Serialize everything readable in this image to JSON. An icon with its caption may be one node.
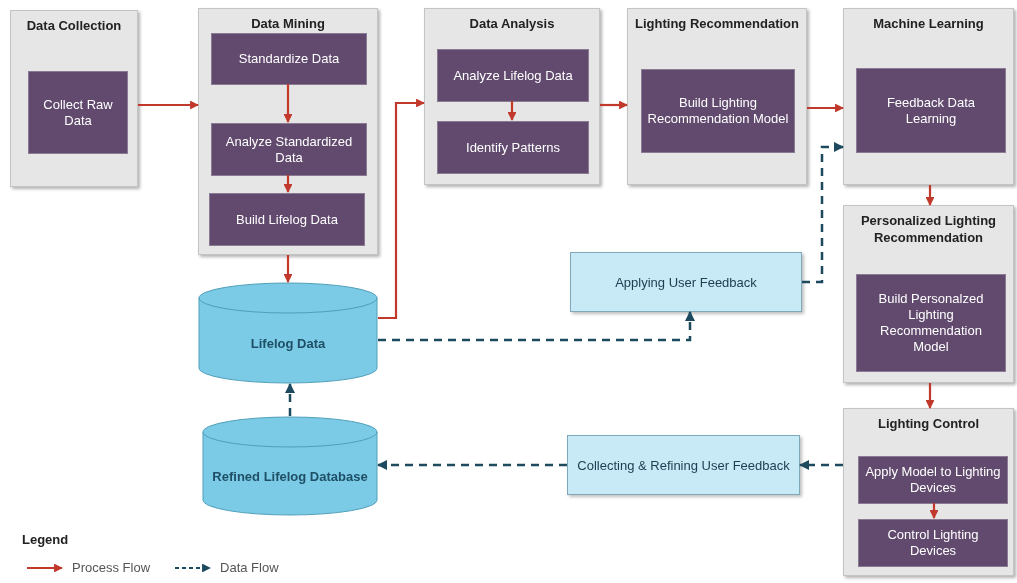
{
  "diagram": {
    "nodes": [
      {
        "text": [
          "Data Collection"
        ]
      },
      {
        "text": [
          "Collect Raw Data"
        ],
        "in": 0
      },
      {
        "text": [
          "Data Mining"
        ]
      },
      {
        "text": [
          "Standardize Data"
        ],
        "in": 2
      },
      {
        "text": [
          "Analyze Standardized Data"
        ],
        "in": 2
      },
      {
        "text": [
          "Build Lifelog Data"
        ],
        "in": 2
      },
      {
        "text": [
          "Data Analysis"
        ]
      },
      {
        "text": [
          "Analyze Lifelog Data"
        ],
        "in": 6
      },
      {
        "text": [
          "Identify Patterns"
        ],
        "in": 6
      },
      {
        "text": [
          "Lighting Recommendation"
        ]
      },
      {
        "text": [
          "Build Lighting Recommendation Model"
        ],
        "in": 9
      },
      {
        "text": [
          "Machine Learning"
        ]
      },
      {
        "text": [
          "Feedback Data Learning"
        ],
        "in": 11
      },
      {
        "text": [
          "Personalized Lighting Recommendation"
        ]
      },
      {
        "text": [
          "Build Personalzed Lighting Recommendation Model"
        ],
        "in": 13
      },
      {
        "text": [
          "Lighting Control"
        ]
      },
      {
        "text": [
          "Apply Model to Lighting Devices"
        ],
        "in": 15
      },
      {
        "text": [
          "Control Lighting Devices"
        ],
        "in": 15
      },
      {
        "text": [
          "Lifelog Data"
        ]
      },
      {
        "text": [
          "Refined Lifelog Database"
        ]
      },
      {
        "text": [
          "Applying User Feedback"
        ]
      },
      {
        "text": [
          "Collecting & Refining User Feedback"
        ]
      }
    ],
    "edges": [
      {
        "from": 0,
        "to": 2,
        "arrow": "to"
      },
      {
        "from": 3,
        "to": 4,
        "arrow": "to"
      },
      {
        "from": 4,
        "to": 5,
        "arrow": "to"
      },
      {
        "from": 2,
        "to": 18,
        "arrow": "to"
      },
      {
        "from": 18,
        "to": 6,
        "arrow": "to"
      },
      {
        "from": 7,
        "to": 8,
        "arrow": "to"
      },
      {
        "from": 6,
        "to": 9,
        "arrow": "to"
      },
      {
        "from": 9,
        "to": 11,
        "arrow": "to"
      },
      {
        "from": 11,
        "to": 13,
        "arrow": "to"
      },
      {
        "from": 13,
        "to": 15,
        "arrow": "to"
      },
      {
        "from": 16,
        "to": 17,
        "arrow": "to"
      },
      {
        "from": 18,
        "to": 20,
        "arrow": "to",
        "style": "dashed",
        "color": "#1d4a5e"
      },
      {
        "from": 20,
        "to": 11,
        "arrow": "to",
        "style": "dashed",
        "color": "#1d4a5e"
      },
      {
        "from": 15,
        "to": 21,
        "arrow": "to",
        "style": "dashed",
        "color": "#1d4a5e"
      },
      {
        "from": 21,
        "to": 19,
        "arrow": "to",
        "style": "dashed",
        "color": "#1d4a5e"
      },
      {
        "from": 19,
        "to": 18,
        "arrow": "to",
        "style": "dashed",
        "color": "#1d4a5e"
      }
    ],
    "labels": [
      "Legend"
    ],
    "legend": [
      {
        "text": "Process Flow"
      },
      {
        "text": "Data Flow"
      }
    ]
  }
}
